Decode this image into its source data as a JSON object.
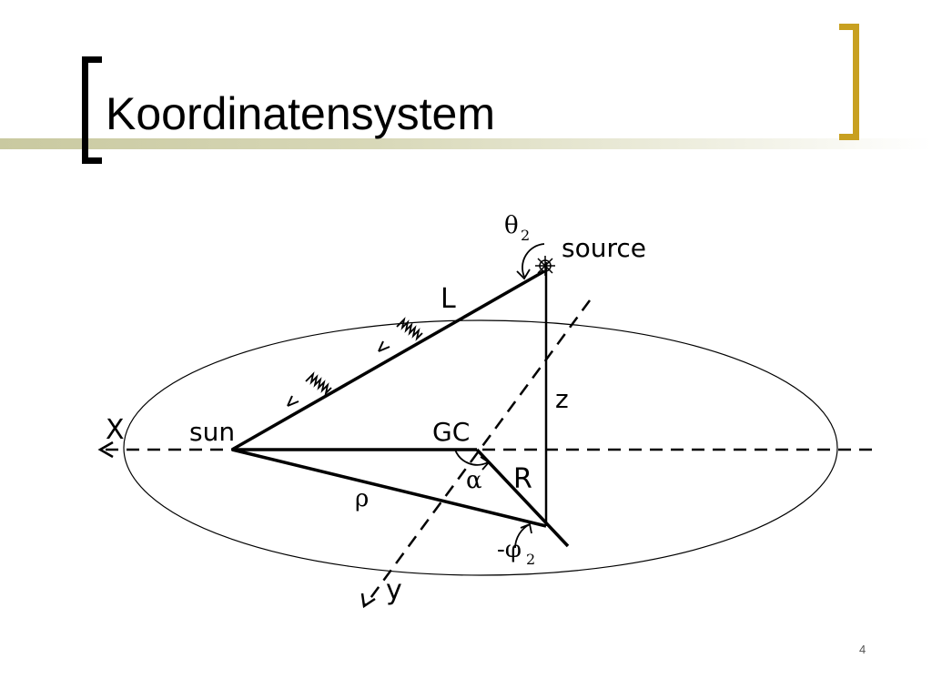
{
  "slide": {
    "title": "Koordinatensystem",
    "page_number": "4"
  },
  "diagram": {
    "labels": {
      "source": "source",
      "sun": "sun",
      "gc": "GC",
      "x_axis": "X",
      "y_axis": "y",
      "z": "z",
      "l": "L",
      "r": "R",
      "rho": "ρ",
      "alpha": "α",
      "theta": "θ",
      "theta_sub": "2",
      "phi": "-φ",
      "phi_sub": "2"
    }
  }
}
